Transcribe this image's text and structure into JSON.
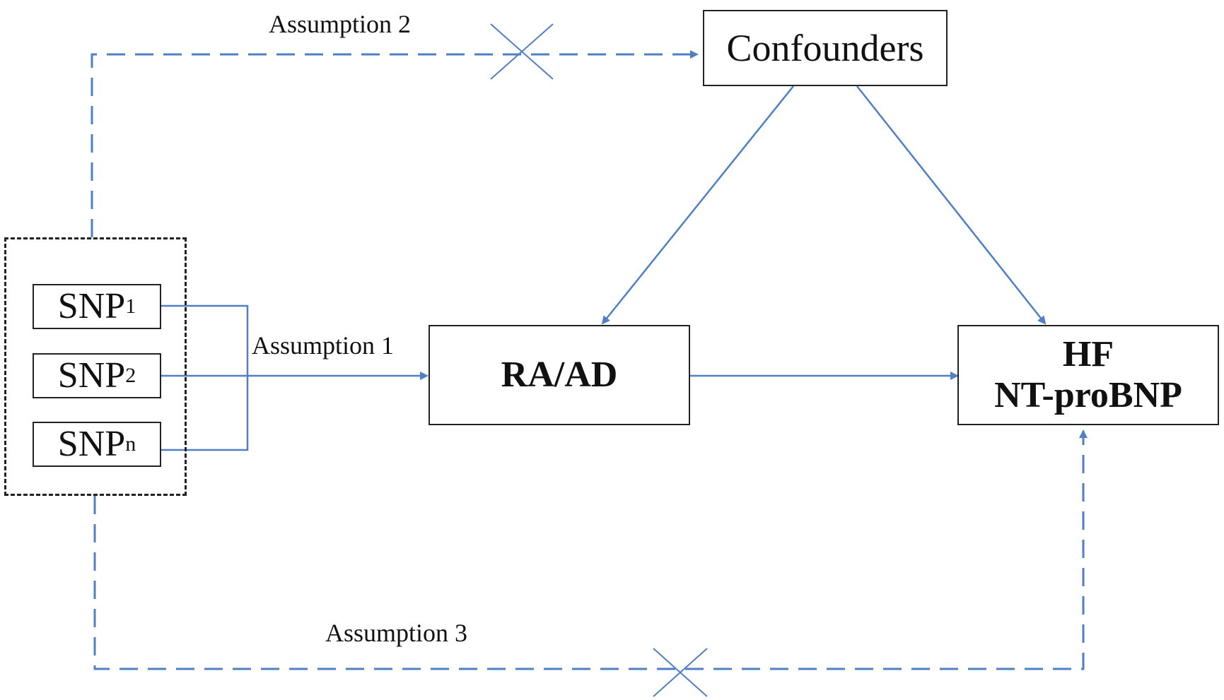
{
  "diagram": {
    "nodes": {
      "confounders": "Confounders",
      "exposure": "RA/AD",
      "outcome_line1": "HF",
      "outcome_line2": "NT-proBNP"
    },
    "snps": [
      {
        "base": "SNP",
        "sub": "1"
      },
      {
        "base": "SNP",
        "sub": "2"
      },
      {
        "base": "SNP",
        "sub": "n"
      }
    ],
    "assumptions": {
      "a1": "Assumption 1",
      "a2": "Assumption 2",
      "a3": "Assumption 3"
    },
    "colors": {
      "arrow": "#4f7fc4",
      "box_border": "#222222"
    }
  }
}
